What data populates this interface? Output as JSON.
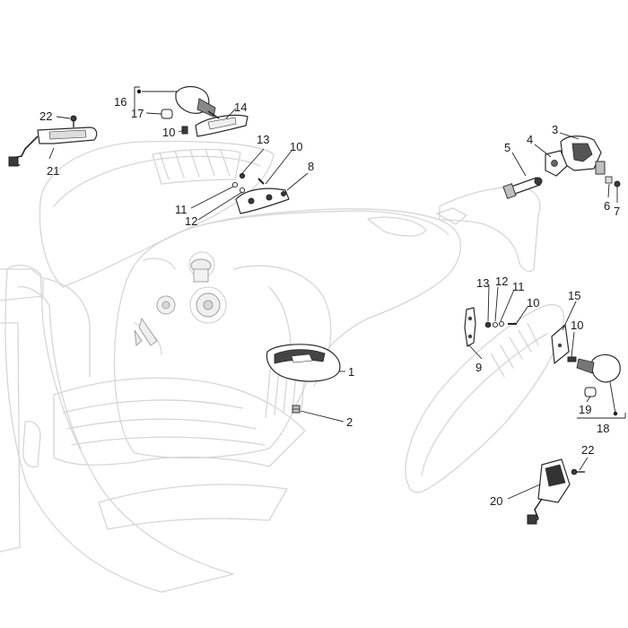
{
  "diagram": {
    "callouts": [
      {
        "id": "c1",
        "text": "1"
      },
      {
        "id": "c2",
        "text": "2"
      },
      {
        "id": "c3",
        "text": "3"
      },
      {
        "id": "c4",
        "text": "4"
      },
      {
        "id": "c5",
        "text": "5"
      },
      {
        "id": "c6",
        "text": "6"
      },
      {
        "id": "c7",
        "text": "7"
      },
      {
        "id": "c8",
        "text": "8"
      },
      {
        "id": "c9",
        "text": "9"
      },
      {
        "id": "c10a",
        "text": "10"
      },
      {
        "id": "c10b",
        "text": "10"
      },
      {
        "id": "c10c",
        "text": "10"
      },
      {
        "id": "c10d",
        "text": "10"
      },
      {
        "id": "c11a",
        "text": "11"
      },
      {
        "id": "c11b",
        "text": "11"
      },
      {
        "id": "c12a",
        "text": "12"
      },
      {
        "id": "c12b",
        "text": "12"
      },
      {
        "id": "c13a",
        "text": "13"
      },
      {
        "id": "c13b",
        "text": "13"
      },
      {
        "id": "c14",
        "text": "14"
      },
      {
        "id": "c15",
        "text": "15"
      },
      {
        "id": "c16",
        "text": "16"
      },
      {
        "id": "c17",
        "text": "17"
      },
      {
        "id": "c18",
        "text": "18"
      },
      {
        "id": "c19",
        "text": "19"
      },
      {
        "id": "c20",
        "text": "20"
      },
      {
        "id": "c21",
        "text": "21"
      },
      {
        "id": "c22a",
        "text": "22"
      },
      {
        "id": "c22b",
        "text": "22"
      }
    ]
  }
}
